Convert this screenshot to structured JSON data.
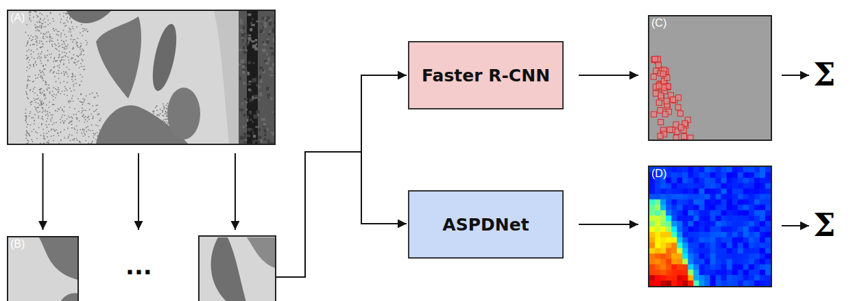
{
  "diagram": {
    "nodes": [
      {
        "text": [
          "(A)"
        ]
      },
      {
        "text": [
          "(B)"
        ]
      },
      {
        "text": [
          "Faster R-CNN"
        ]
      },
      {
        "text": [
          "ASPDNet"
        ]
      },
      {
        "text": [
          "(C)"
        ]
      },
      {
        "text": [
          "(D)"
        ]
      }
    ],
    "edges": [
      {
        "from": 0,
        "to": 1,
        "arrow": "to"
      },
      {
        "from": 2,
        "to": 4,
        "arrow": "to"
      },
      {
        "from": 3,
        "to": 5,
        "arrow": "to"
      }
    ],
    "labels": [
      "...",
      "Σ",
      "Σ"
    ]
  }
}
